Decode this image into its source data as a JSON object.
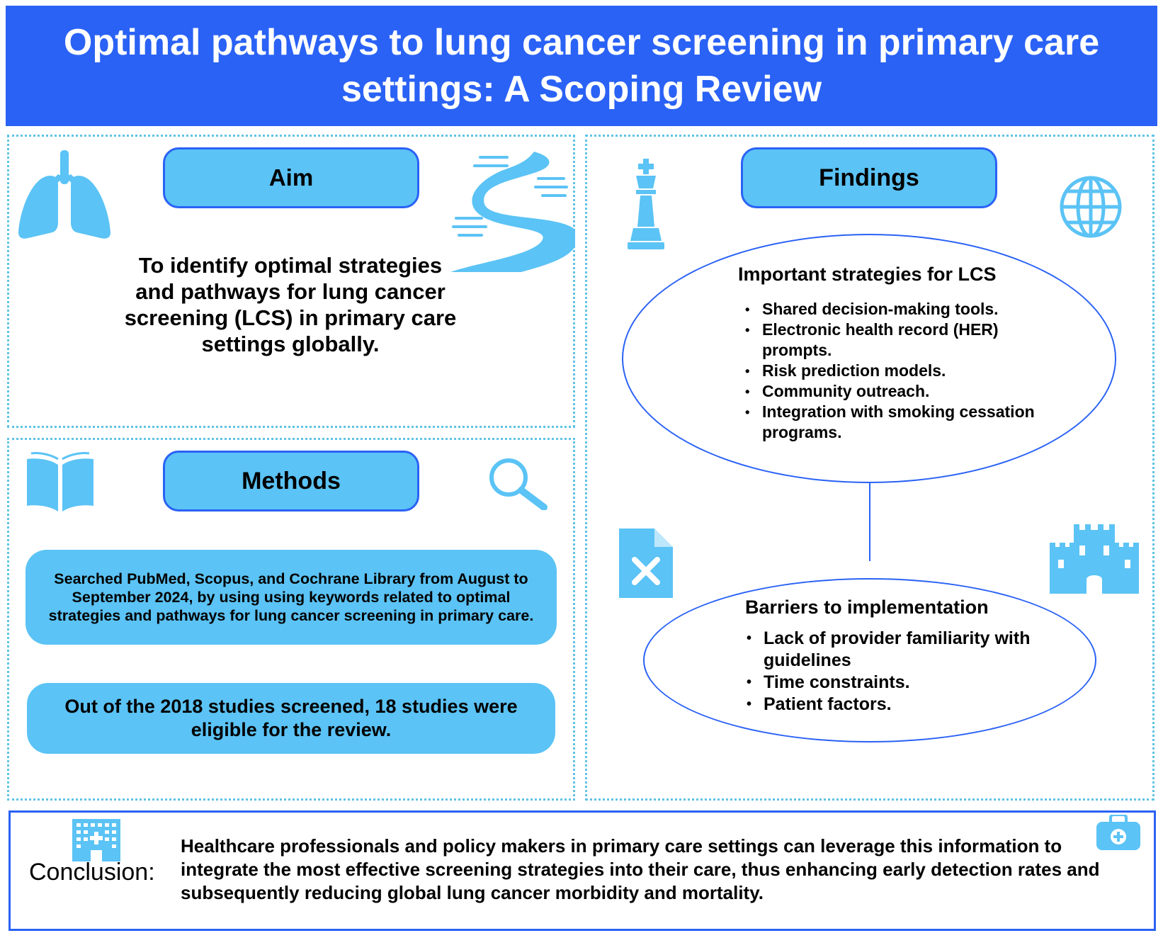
{
  "header": {
    "title": "Optimal pathways to lung cancer screening in primary care settings: A Scoping Review"
  },
  "aim": {
    "label": "Aim",
    "text": "To identify optimal strategies and pathways for lung cancer screening (LCS) in primary care settings globally."
  },
  "methods": {
    "label": "Methods",
    "search_text": "Searched PubMed, Scopus, and Cochrane Library  from August to September 2024, by using using keywords related to optimal strategies and pathways for lung cancer screening in primary care.",
    "result_text": "Out of the 2018 studies screened, 18 studies were eligible for the review."
  },
  "findings": {
    "label": "Findings",
    "strategies_title": "Important strategies for LCS",
    "strategies": [
      "Shared decision-making tools.",
      "Electronic health record (HER) prompts.",
      "Risk prediction models.",
      "Community outreach.",
      "Integration with smoking cessation programs."
    ],
    "barriers_title": "Barriers to implementation",
    "barriers": [
      "Lack of provider familiarity with guidelines",
      "Time constraints.",
      "Patient factors."
    ]
  },
  "conclusion": {
    "label": "Conclusion:",
    "text": "Healthcare professionals and policy makers in primary care settings can leverage this information to integrate the most effective screening strategies into their care, thus enhancing early detection rates and subsequently reducing global lung cancer morbidity and mortality."
  },
  "colors": {
    "header_bg": "#2a62f5",
    "accent_light": "#5bc3f5",
    "border": "#2a62f5",
    "dotted_border": "#5fc3e4"
  },
  "icons": [
    "lungs-icon",
    "road-icon",
    "book-icon",
    "magnifier-icon",
    "chess-king-icon",
    "globe-icon",
    "document-x-icon",
    "castle-icon",
    "hospital-icon",
    "medical-kit-icon"
  ]
}
